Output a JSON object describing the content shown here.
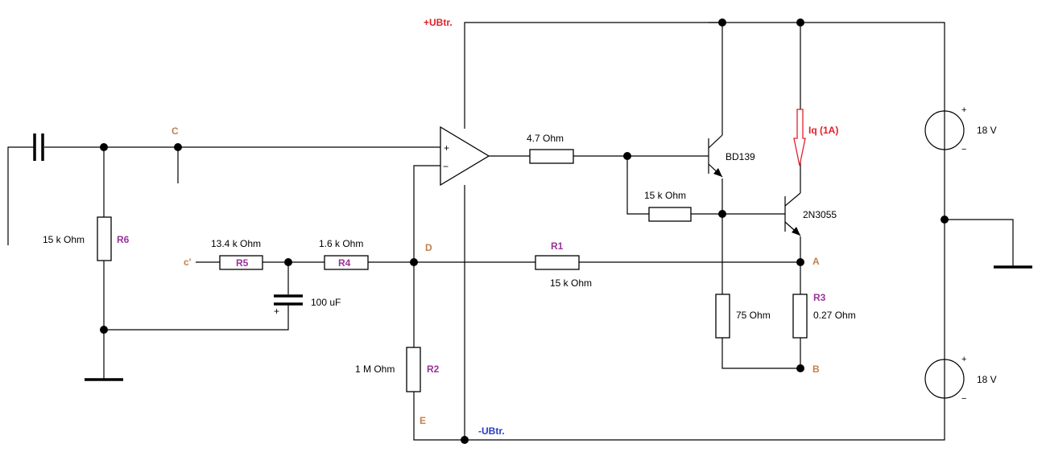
{
  "rails": {
    "positive": "+UBtr.",
    "negative": "-UBtr."
  },
  "nodes": {
    "A": "A",
    "B": "B",
    "C": "C",
    "c_prime": "c'",
    "D": "D",
    "E": "E"
  },
  "resistors": {
    "R1": {
      "ref": "R1",
      "value": "15 k Ohm"
    },
    "R2": {
      "ref": "R2",
      "value": "1 M Ohm"
    },
    "R3": {
      "ref": "R3",
      "value": "0.27  Ohm"
    },
    "R4": {
      "ref": "R4",
      "value": "1.6 k Ohm"
    },
    "R5": {
      "ref": "R5",
      "value": "13.4 k Ohm"
    },
    "R6": {
      "ref": "R6",
      "value": "15 k Ohm"
    },
    "base_series": {
      "value": "4.7  Ohm"
    },
    "bias": {
      "value": "15 k Ohm"
    },
    "driver_emitter": {
      "value": "75  Ohm"
    }
  },
  "capacitor": {
    "value": "100 uF",
    "polarity": "+"
  },
  "transistors": {
    "driver": "BD139",
    "output": "2N3055"
  },
  "opamp": {
    "noninverting": "+",
    "inverting": "−"
  },
  "current": {
    "label": "Iq (1A)"
  },
  "sources": [
    {
      "value": "18 V",
      "plus": "+",
      "minus": "−"
    },
    {
      "value": "18 V",
      "plus": "+",
      "minus": "−"
    }
  ],
  "colors": {
    "ref_designator": "#993399",
    "node_label": "#c08050",
    "positive_rail": "#e0202a",
    "negative_rail": "#2a3cc0",
    "current_arrow": "#e0202a"
  }
}
